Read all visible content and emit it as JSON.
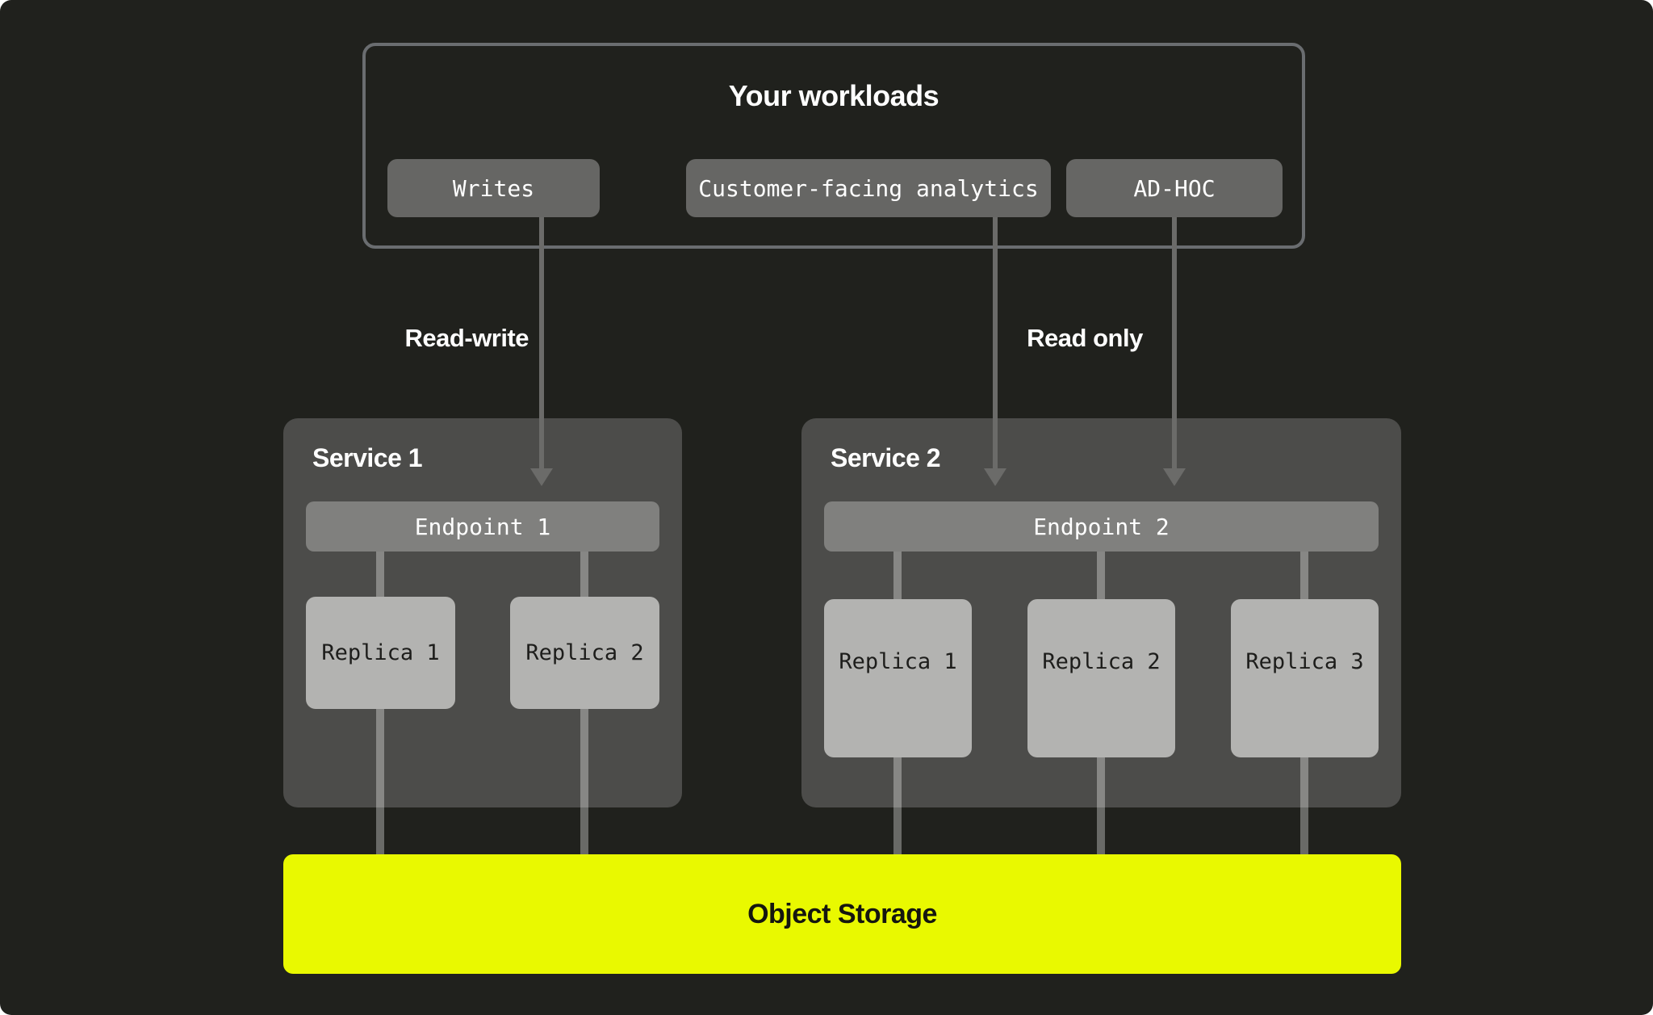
{
  "colors": {
    "canvas-bg": "#20211d",
    "panel": "#4c4c4a",
    "chip": "#666664",
    "endpoint": "#80807e",
    "replica": "#b3b3b1",
    "replica-text": "#1d1d1b",
    "storage": "#e9f900",
    "storage-text": "#15160f",
    "arrow": "#6b6b69",
    "border-gray": "#6a6d70",
    "line": "#ffffff54",
    "text-white": "#ffffff"
  },
  "workloads": {
    "title": "Your workloads",
    "items": [
      {
        "label": "Writes"
      },
      {
        "label": "Customer-facing analytics"
      },
      {
        "label": "AD-HOC"
      }
    ]
  },
  "edges": {
    "read_write": "Read-write",
    "read_only": "Read only"
  },
  "services": [
    {
      "title": "Service 1",
      "endpoint": "Endpoint 1",
      "replicas": [
        "Replica 1",
        "Replica 2"
      ]
    },
    {
      "title": "Service 2",
      "endpoint": "Endpoint 2",
      "replicas": [
        "Replica 1",
        "Replica 2",
        "Replica 3"
      ]
    }
  ],
  "storage": {
    "label": "Object Storage"
  }
}
